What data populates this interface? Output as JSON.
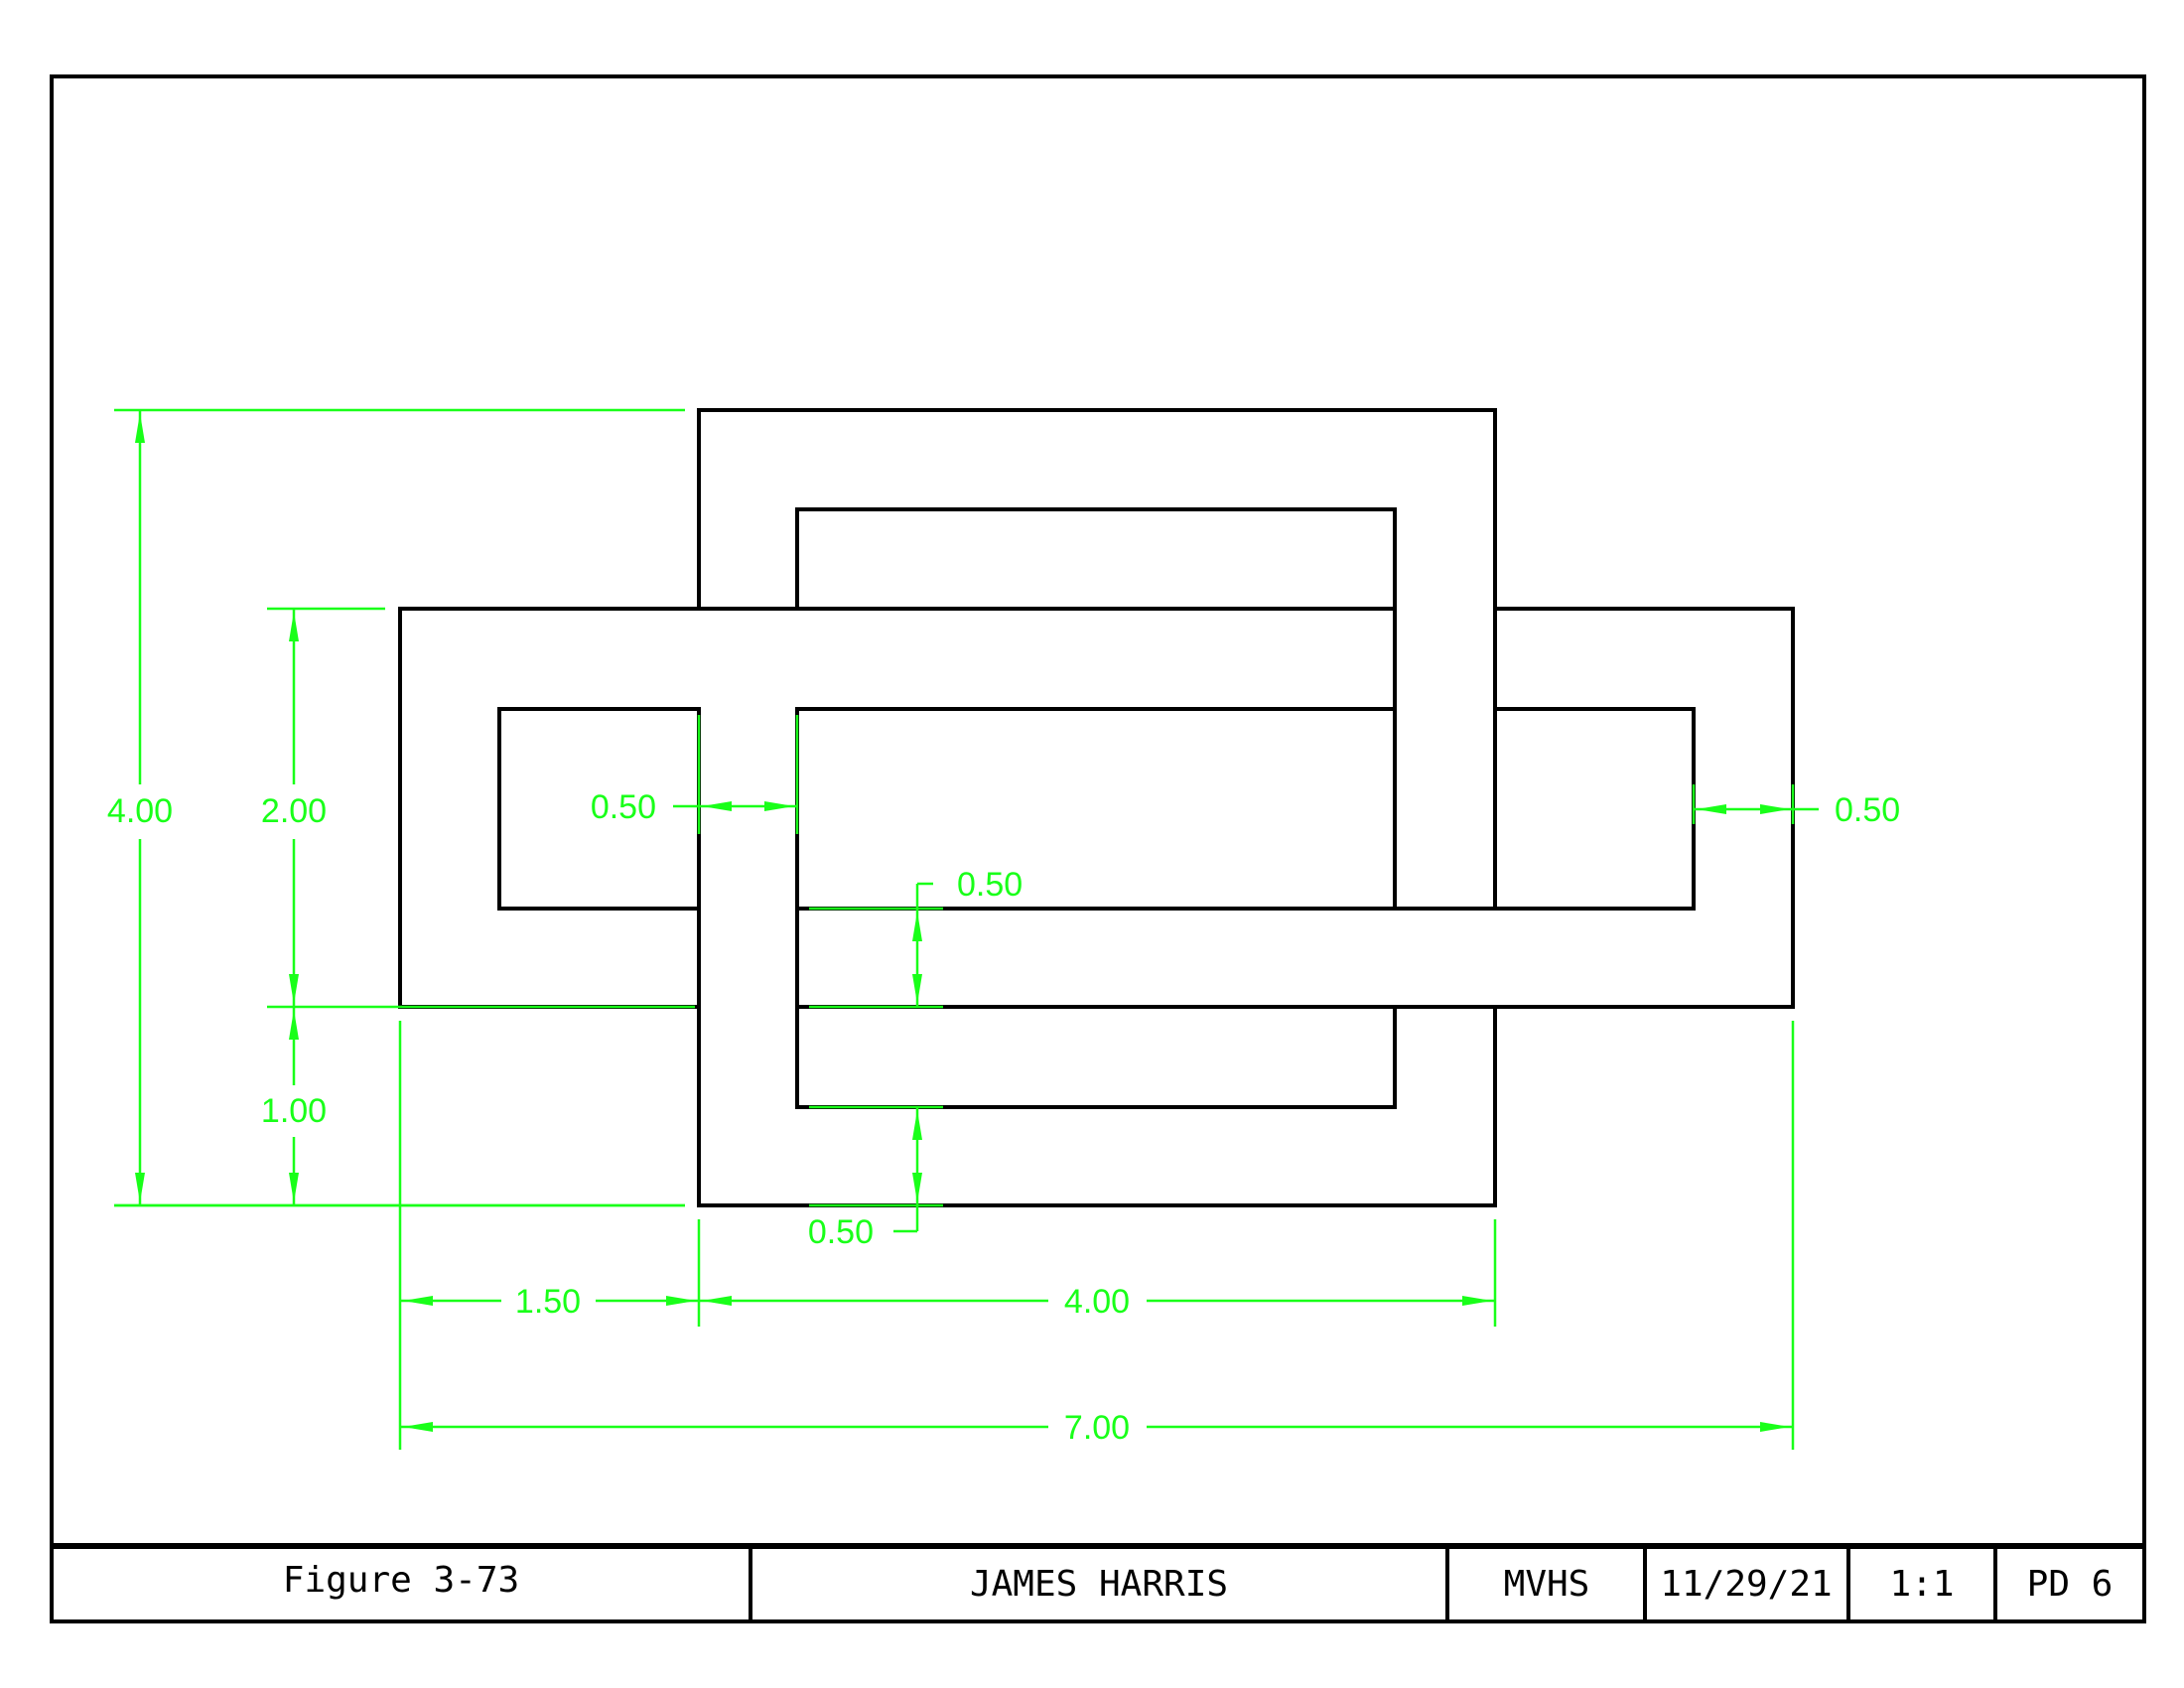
{
  "colors": {
    "object_lines": "#000000",
    "dimensions": "#19ff19",
    "background": "#ffffff"
  },
  "dimensions": {
    "overall_height": "4.00",
    "horizontal_link_height": "2.00",
    "lower_offset": "1.00",
    "left_wall_thickness": "0.50",
    "right_wall_thickness": "0.50",
    "top_band_thickness": "0.50",
    "bottom_band_thickness": "0.50",
    "left_offset": "1.50",
    "vertical_link_width": "4.00",
    "overall_width": "7.00"
  },
  "title_block": {
    "title": "Figure 3-73",
    "name": "JAMES HARRIS",
    "school": "MVHS",
    "date": "11/29/21",
    "scale": "1:1",
    "period": "PD 6"
  }
}
